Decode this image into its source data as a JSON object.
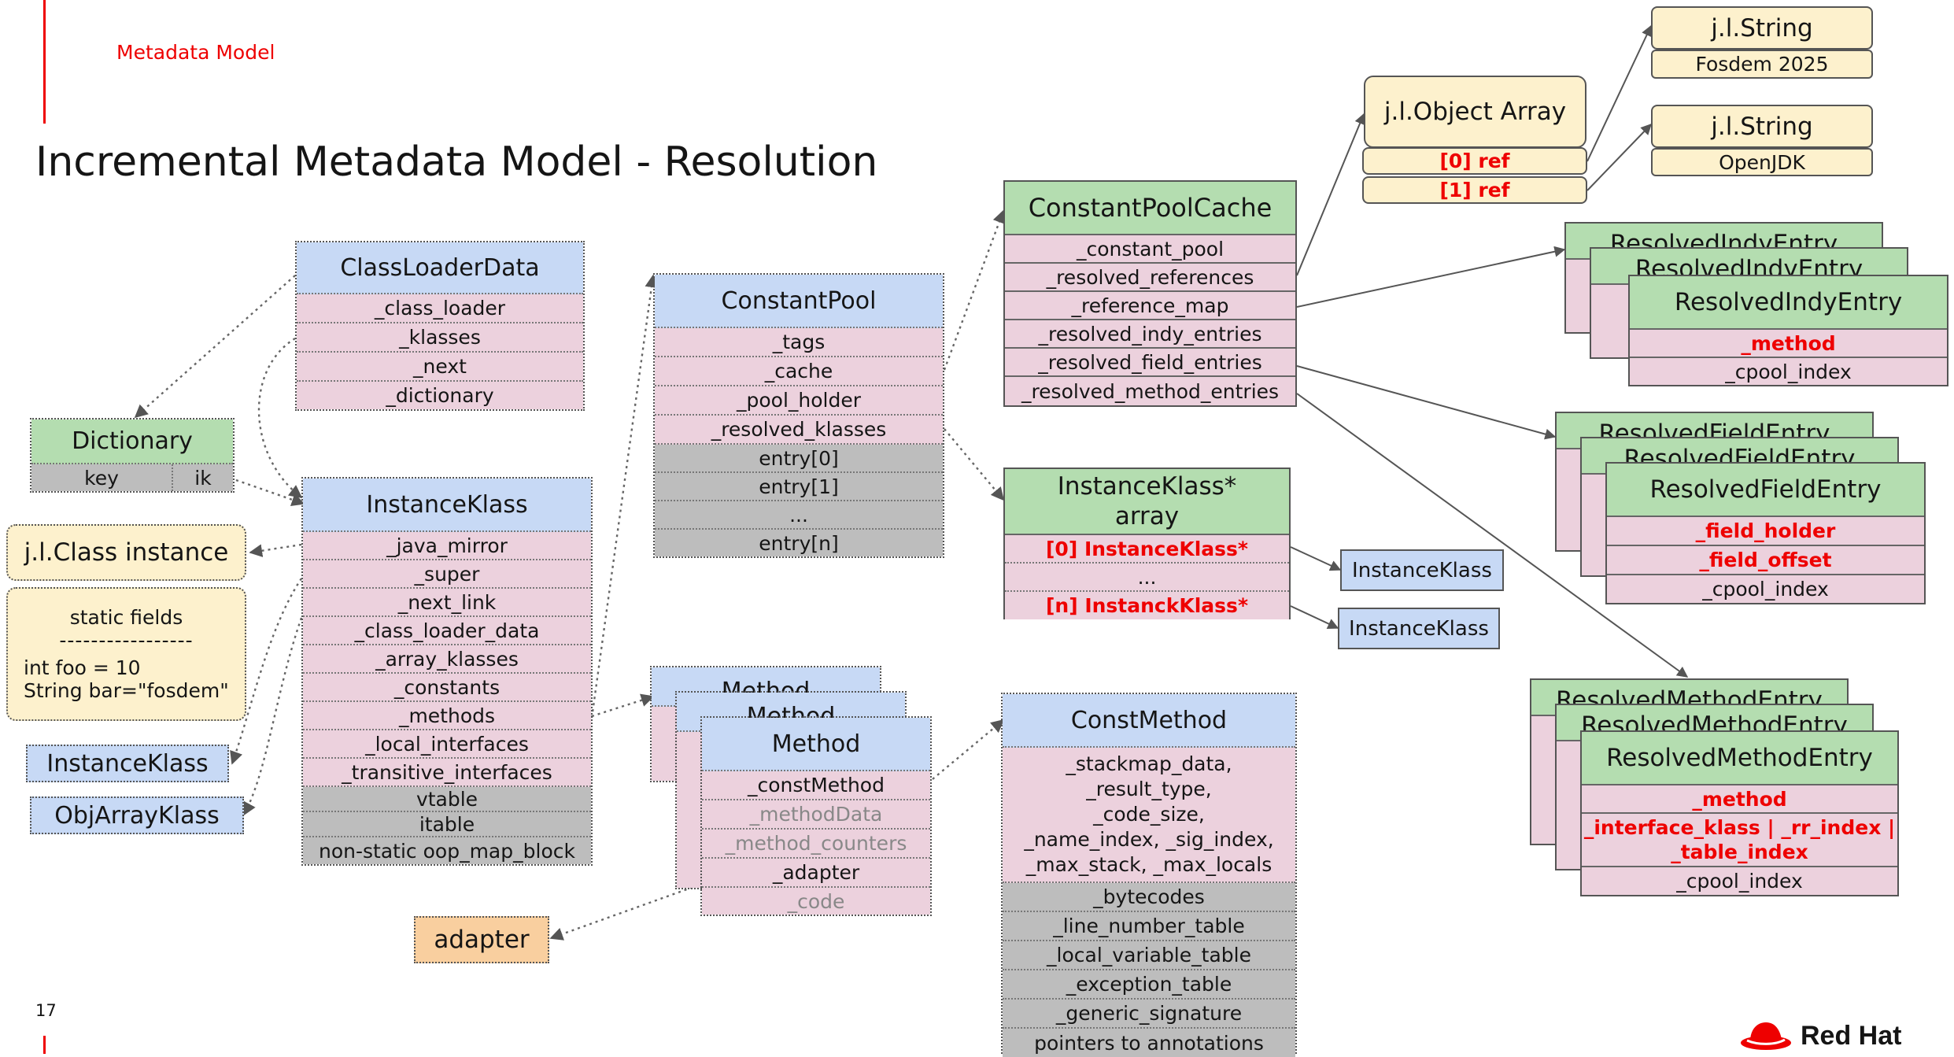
{
  "header": {
    "section": "Metadata Model",
    "title": "Incremental Metadata Model - Resolution",
    "page_number": "17",
    "brand": "Red Hat"
  },
  "class_loader_data": {
    "title": "ClassLoaderData",
    "fields": [
      "_class_loader",
      "_klasses",
      "_next",
      "_dictionary"
    ]
  },
  "dictionary": {
    "title": "Dictionary",
    "key": "key",
    "ik": "ik"
  },
  "class_instance": {
    "title": "j.l.Class instance",
    "static_title": "static fields",
    "divider": "-----------------",
    "line1": "int foo = 10",
    "line2": "String bar=\"fosdem\""
  },
  "instance_klass_small": "InstanceKlass",
  "obj_array_klass": "ObjArrayKlass",
  "instance_klass": {
    "title": "InstanceKlass",
    "fields": [
      "_java_mirror",
      "_super",
      "_next_link",
      "_class_loader_data",
      "_array_klasses",
      "_constants",
      "_methods",
      "_local_interfaces",
      "_transitive_interfaces"
    ],
    "grey_fields": [
      "vtable",
      "itable",
      "non-static oop_map_block"
    ]
  },
  "adapter": "adapter",
  "constant_pool": {
    "title": "ConstantPool",
    "fields": [
      "_tags",
      "_cache",
      "_pool_holder",
      "_resolved_klasses"
    ],
    "grey_fields": [
      "entry[0]",
      "entry[1]",
      "...",
      "entry[n]"
    ]
  },
  "method": {
    "stack_title": "Method",
    "title": "Method",
    "fields": [
      "_constMethod",
      "_methodData",
      "_method_counters",
      "_adapter",
      "_code"
    ]
  },
  "constant_pool_cache": {
    "title": "ConstantPoolCache",
    "fields": [
      "_constant_pool",
      "_resolved_references",
      "_reference_map",
      "_resolved_indy_entries",
      "_resolved_field_entries",
      "_resolved_method_entries"
    ]
  },
  "ik_array": {
    "title_line1": "InstanceKlass*",
    "title_line2": "array",
    "row0": "[0] InstanceKlass*",
    "row1": "...",
    "row2": "[n] InstanckKlass*"
  },
  "ik_target_1": "InstanceKlass",
  "ik_target_2": "InstanceKlass",
  "const_method": {
    "title": "ConstMethod",
    "pink_lines": [
      "_stackmap_data,",
      "_result_type,",
      "_code_size,",
      "_name_index, _sig_index,",
      "_max_stack, _max_locals"
    ],
    "grey_fields": [
      "_bytecodes",
      "_line_number_table",
      "_local_variable_table",
      "_exception_table",
      "_generic_signature",
      "pointers to annotations"
    ]
  },
  "object_array": {
    "title": "j.l.Object Array",
    "row0": "[0] ref",
    "row1": "[1] ref"
  },
  "string1": {
    "title": "j.l.String",
    "value": "Fosdem 2025"
  },
  "string2": {
    "title": "j.l.String",
    "value": "OpenJDK"
  },
  "indy": {
    "stack_title": "ResolvedIndyEntry",
    "title": "ResolvedIndyEntry",
    "method": "_method",
    "cpool_index": "_cpool_index"
  },
  "field": {
    "stack_title": "ResolvedFieldEntry",
    "title": "ResolvedFieldEntry",
    "field_holder": "_field_holder",
    "field_offset": "_field_offset",
    "cpool_index": "_cpool_index"
  },
  "method_entry": {
    "stack_title": "ResolvedMethodEntry",
    "title": "ResolvedMethodEntry",
    "method": "_method",
    "interface_line1": "_interface_klass | _rr_index |",
    "interface_line2": "_table_index",
    "cpool_index": "_cpool_index"
  },
  "colors": {
    "accent_red": "#ee0000",
    "header_blue": "#c7d9f5",
    "header_green": "#b4ddb0",
    "field_pink": "#ecd1dd",
    "grey": "#bdbdbd",
    "cream": "#fdf1cd",
    "orange": "#f9cf9f"
  }
}
